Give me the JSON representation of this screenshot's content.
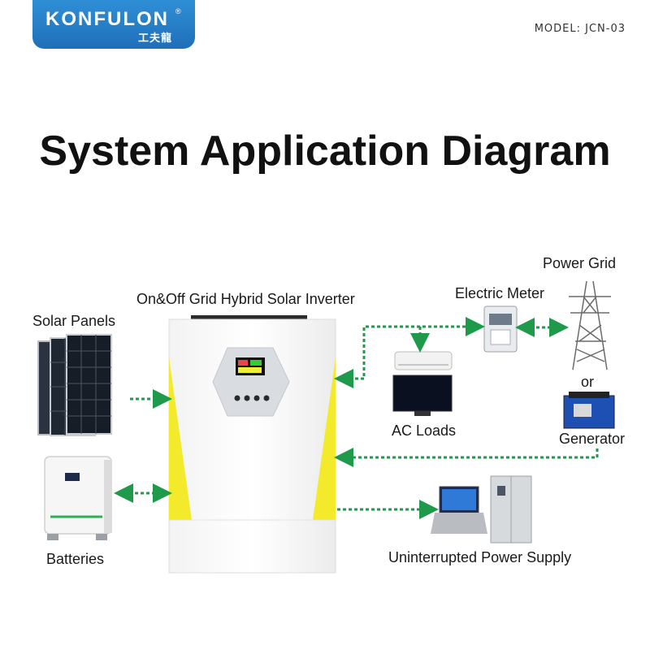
{
  "brand": {
    "logo_text": "KONFULON",
    "logo_subtext": "工夫龍",
    "registered_mark": "®"
  },
  "model": "MODEL: JCN-03",
  "title": "System Application Diagram",
  "labels": {
    "inverter": "On&Off Grid Hybrid Solar Inverter",
    "solar_panels": "Solar Panels",
    "batteries": "Batteries",
    "electric_meter": "Electric Meter",
    "power_grid": "Power Grid",
    "or": "or",
    "generator": "Generator",
    "ac_loads": "AC Loads",
    "ups": "Uninterrupted Power Supply"
  },
  "colors": {
    "arrow": "#1f9a4a",
    "logo_blue": "#2a86d0",
    "inverter_accent": "#f2ea2a"
  }
}
